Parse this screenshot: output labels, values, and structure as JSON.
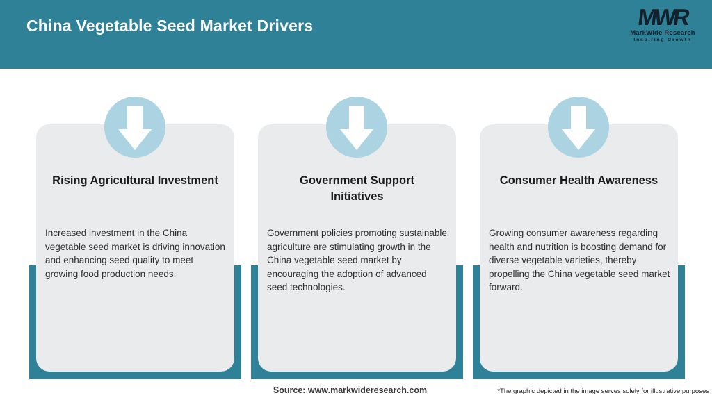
{
  "header": {
    "title": "China Vegetable Seed Market Drivers",
    "logo": {
      "mark": "MWR",
      "name": "MarkWide Research",
      "tagline": "Inspiring Growth"
    }
  },
  "cards": [
    {
      "icon": "down-arrow-icon",
      "title": "Rising Agricultural Investment",
      "description": "Increased investment in the China vegetable seed market is driving innovation and enhancing seed quality to meet growing food production needs."
    },
    {
      "icon": "down-arrow-icon",
      "title": "Government Support Initiatives",
      "description": "Government policies promoting sustainable agriculture are stimulating growth in the China vegetable seed market by encouraging the adoption of advanced seed technologies."
    },
    {
      "icon": "down-arrow-icon",
      "title": "Consumer Health Awareness",
      "description": "Growing consumer awareness regarding health and nutrition is boosting demand for diverse vegetable varieties, thereby propelling the China vegetable seed market forward."
    }
  ],
  "footer": {
    "source": "Source: www.markwideresearch.com",
    "disclaimer": "*The graphic depicted in the image serves solely for illustrative purposes"
  },
  "colors": {
    "header_teal": "#2E8197",
    "ribbon_teal": "#2E8197",
    "card_bg": "#E9EBEC",
    "circle_blue": "#ABD3E2",
    "arrow_white": "#FFFFFF",
    "logo_navy": "#14202B"
  }
}
